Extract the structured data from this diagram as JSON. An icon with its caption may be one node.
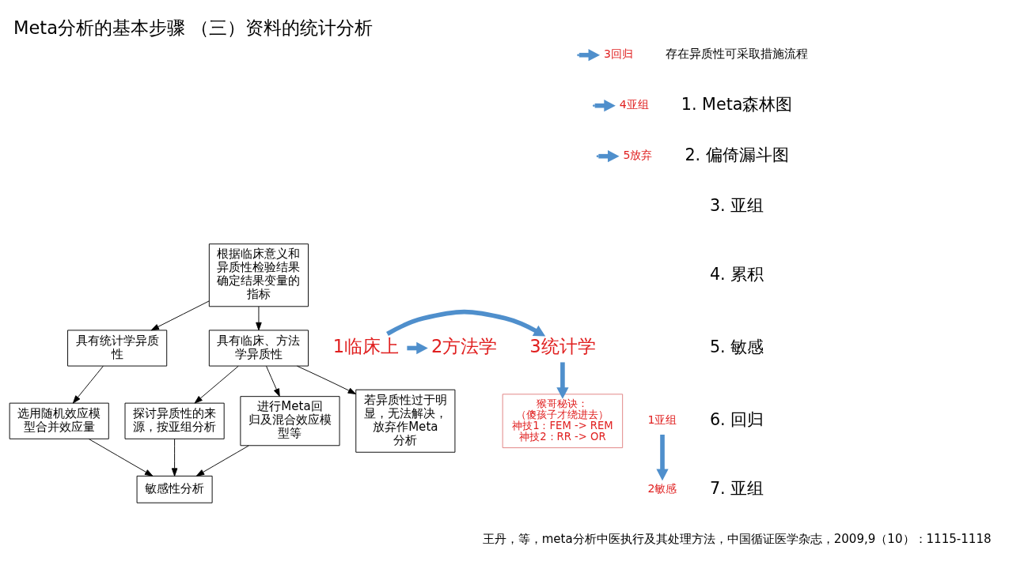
{
  "diagram": {
    "title": "Meta分析的基本步骤 （三）资料的统计分析",
    "nodes": [
      {
        "text": [
          "根据临床意义和异质性检验结果确定结果变量的指标"
        ]
      },
      {
        "text": [
          "具有统计学异质性"
        ]
      },
      {
        "text": [
          "具有临床、方法学异质性"
        ]
      },
      {
        "text": [
          "选用随机效应模型合并效应量"
        ]
      },
      {
        "text": [
          "探讨异质性的来源，按亚组分析"
        ]
      },
      {
        "text": [
          "进行Meta回归及混合效应模型等"
        ]
      },
      {
        "text": [
          "若异质性过于明显，无法解决，放弃作Meta分析"
        ]
      },
      {
        "text": [
          "敏感性分析"
        ]
      },
      {
        "text": [
          "猴哥秘诀：",
          "（傻孩子才绕进去）",
          "神技1：FEM -> REM",
          "神技2：RR -> OR"
        ]
      },
      {
        "text": [
          "1临床上"
        ]
      },
      {
        "text": [
          "3统计学"
        ]
      },
      {
        "text": [
          "2方法学"
        ]
      },
      {
        "text": [
          "1亚组"
        ]
      },
      {
        "text": [
          "2敏感"
        ]
      },
      {
        "text": [
          "3回归"
        ]
      },
      {
        "text": [
          "4亚组"
        ]
      },
      {
        "text": [
          "5放弃"
        ]
      }
    ],
    "edges": [
      {
        "from": 0,
        "to": 1,
        "arrow": "to"
      },
      {
        "from": 0,
        "to": 2,
        "arrow": "to"
      },
      {
        "from": 1,
        "to": 3,
        "arrow": "to"
      },
      {
        "from": 2,
        "to": 4,
        "arrow": "to"
      },
      {
        "from": 2,
        "to": 5,
        "arrow": "to"
      },
      {
        "from": 2,
        "to": 6,
        "arrow": "to"
      },
      {
        "from": 3,
        "to": 7,
        "arrow": "to"
      },
      {
        "from": 4,
        "to": 7,
        "arrow": "to"
      },
      {
        "from": 5,
        "to": 7,
        "arrow": "to"
      },
      {
        "from": 9,
        "to": 10,
        "arrow": "to",
        "style": "thick",
        "color": "#4f8fcc"
      },
      {
        "from": 9,
        "to": 11,
        "arrow": "to",
        "style": "thick",
        "color": "#4f8fcc"
      },
      {
        "from": 10,
        "to": 8,
        "arrow": "to",
        "style": "thick",
        "color": "#4f8fcc"
      },
      {
        "from": 12,
        "to": 13,
        "arrow": "to",
        "style": "thick",
        "color": "#4f8fcc"
      },
      {
        "from": null,
        "to": 14,
        "arrow": "to",
        "style": "thick",
        "color": "#4f8fcc"
      },
      {
        "from": null,
        "to": 15,
        "arrow": "to",
        "style": "thick",
        "color": "#4f8fcc"
      },
      {
        "from": null,
        "to": 16,
        "arrow": "to",
        "style": "thick",
        "color": "#4f8fcc"
      }
    ],
    "labels": [
      "存在异质性可采取措施流程",
      "1. Meta森林图",
      "2. 偏倚漏斗图",
      "3. 亚组",
      "4. 累积",
      "5. 敏感",
      "6. 回归",
      "7. 亚组",
      "王丹，等，meta分析中医执行及其处理方法，中国循证医学杂志，2009,9（10）：1115-1118"
    ]
  }
}
